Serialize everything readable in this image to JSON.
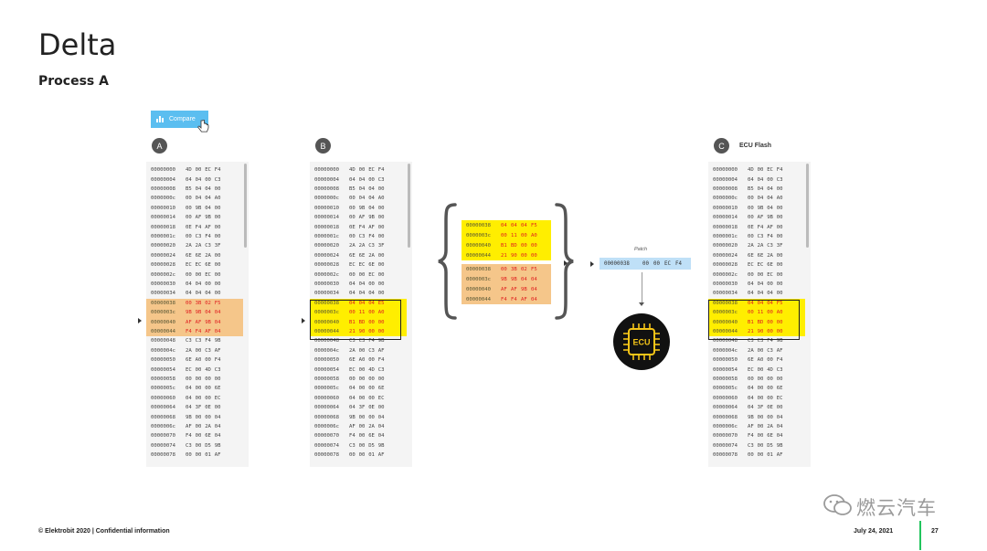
{
  "slide": {
    "title": "Delta",
    "subtitle": "Process A",
    "footer": "© Elektrobit 2020 | Confidential information",
    "date": "July 24, 2021",
    "page_number": "27",
    "watermark": "燃云汽车"
  },
  "compare_button": {
    "label": "Compare"
  },
  "panels": {
    "a": {
      "badge": "A"
    },
    "b": {
      "badge": "B"
    },
    "c": {
      "badge": "C",
      "label": "ECU Flash"
    }
  },
  "hex_rows_a": [
    [
      "00000000",
      "4D",
      "00",
      "EC",
      "F4"
    ],
    [
      "00000004",
      "04",
      "04",
      "00",
      "C3"
    ],
    [
      "00000008",
      "B5",
      "04",
      "04",
      "00"
    ],
    [
      "0000000c",
      "00",
      "04",
      "04",
      "A0"
    ],
    [
      "00000010",
      "00",
      "9B",
      "04",
      "00"
    ],
    [
      "00000014",
      "00",
      "AF",
      "9B",
      "00"
    ],
    [
      "00000018",
      "0E",
      "F4",
      "AF",
      "00"
    ],
    [
      "0000001c",
      "00",
      "C3",
      "F4",
      "00"
    ],
    [
      "00000020",
      "2A",
      "2A",
      "C3",
      "3F"
    ],
    [
      "00000024",
      "6E",
      "6E",
      "2A",
      "00"
    ],
    [
      "00000028",
      "EC",
      "EC",
      "6E",
      "00"
    ],
    [
      "0000002c",
      "00",
      "00",
      "EC",
      "00"
    ],
    [
      "00000030",
      "04",
      "04",
      "00",
      "00"
    ],
    [
      "00000034",
      "04",
      "04",
      "04",
      "00"
    ],
    [
      "00000038",
      "00",
      "3B",
      "02",
      "F5"
    ],
    [
      "0000003c",
      "9B",
      "9B",
      "04",
      "04"
    ],
    [
      "00000040",
      "AF",
      "AF",
      "9B",
      "04"
    ],
    [
      "00000044",
      "F4",
      "F4",
      "AF",
      "04"
    ],
    [
      "00000048",
      "C3",
      "C3",
      "F4",
      "9B"
    ],
    [
      "0000004c",
      "2A",
      "00",
      "C3",
      "AF"
    ],
    [
      "00000050",
      "6E",
      "A0",
      "00",
      "F4"
    ],
    [
      "00000054",
      "EC",
      "00",
      "4D",
      "C3"
    ],
    [
      "00000058",
      "00",
      "00",
      "00",
      "00"
    ],
    [
      "0000005c",
      "04",
      "00",
      "00",
      "6E"
    ],
    [
      "00000060",
      "04",
      "00",
      "00",
      "EC"
    ],
    [
      "00000064",
      "04",
      "3F",
      "0E",
      "00"
    ],
    [
      "00000068",
      "9B",
      "00",
      "00",
      "04"
    ],
    [
      "0000006c",
      "AF",
      "00",
      "2A",
      "04"
    ],
    [
      "00000070",
      "F4",
      "00",
      "6E",
      "04"
    ],
    [
      "00000074",
      "C3",
      "00",
      "D5",
      "9B"
    ],
    [
      "00000078",
      "00",
      "00",
      "01",
      "AF"
    ]
  ],
  "hex_rows_b": [
    [
      "00000000",
      "4D",
      "00",
      "EC",
      "F4"
    ],
    [
      "00000004",
      "04",
      "04",
      "00",
      "C3"
    ],
    [
      "00000008",
      "B5",
      "04",
      "04",
      "00"
    ],
    [
      "0000000c",
      "00",
      "04",
      "04",
      "A0"
    ],
    [
      "00000010",
      "00",
      "9B",
      "04",
      "00"
    ],
    [
      "00000014",
      "00",
      "AF",
      "9B",
      "00"
    ],
    [
      "00000018",
      "0E",
      "F4",
      "AF",
      "00"
    ],
    [
      "0000001c",
      "00",
      "C3",
      "F4",
      "00"
    ],
    [
      "00000020",
      "2A",
      "2A",
      "C3",
      "3F"
    ],
    [
      "00000024",
      "6E",
      "6E",
      "2A",
      "00"
    ],
    [
      "00000028",
      "EC",
      "EC",
      "6E",
      "00"
    ],
    [
      "0000002c",
      "00",
      "00",
      "EC",
      "00"
    ],
    [
      "00000030",
      "04",
      "04",
      "00",
      "00"
    ],
    [
      "00000034",
      "04",
      "04",
      "04",
      "00"
    ],
    [
      "00000038",
      "04",
      "04",
      "04",
      "E5"
    ],
    [
      "0000003c",
      "00",
      "11",
      "00",
      "A0"
    ],
    [
      "00000040",
      "B1",
      "BD",
      "00",
      "00"
    ],
    [
      "00000044",
      "21",
      "90",
      "00",
      "00"
    ],
    [
      "00000048",
      "C3",
      "C3",
      "F4",
      "9B"
    ],
    [
      "0000004c",
      "2A",
      "00",
      "C3",
      "AF"
    ],
    [
      "00000050",
      "6E",
      "A0",
      "00",
      "F4"
    ],
    [
      "00000054",
      "EC",
      "00",
      "4D",
      "C3"
    ],
    [
      "00000058",
      "00",
      "00",
      "00",
      "00"
    ],
    [
      "0000005c",
      "04",
      "00",
      "00",
      "6E"
    ],
    [
      "00000060",
      "04",
      "00",
      "00",
      "EC"
    ],
    [
      "00000064",
      "04",
      "3F",
      "0E",
      "00"
    ],
    [
      "00000068",
      "9B",
      "00",
      "00",
      "04"
    ],
    [
      "0000006c",
      "AF",
      "00",
      "2A",
      "04"
    ],
    [
      "00000070",
      "F4",
      "00",
      "6E",
      "04"
    ],
    [
      "00000074",
      "C3",
      "00",
      "D5",
      "9B"
    ],
    [
      "00000078",
      "00",
      "00",
      "01",
      "AF"
    ]
  ],
  "hex_rows_c": [
    [
      "00000000",
      "4D",
      "00",
      "EC",
      "F4"
    ],
    [
      "00000004",
      "04",
      "04",
      "00",
      "C3"
    ],
    [
      "00000008",
      "B5",
      "04",
      "04",
      "00"
    ],
    [
      "0000000c",
      "00",
      "04",
      "04",
      "A0"
    ],
    [
      "00000010",
      "00",
      "9B",
      "04",
      "00"
    ],
    [
      "00000014",
      "00",
      "AF",
      "9B",
      "00"
    ],
    [
      "00000018",
      "0E",
      "F4",
      "AF",
      "00"
    ],
    [
      "0000001c",
      "00",
      "C3",
      "F4",
      "00"
    ],
    [
      "00000020",
      "2A",
      "2A",
      "C3",
      "3F"
    ],
    [
      "00000024",
      "6E",
      "6E",
      "2A",
      "00"
    ],
    [
      "00000028",
      "EC",
      "EC",
      "6E",
      "00"
    ],
    [
      "0000002c",
      "00",
      "00",
      "EC",
      "00"
    ],
    [
      "00000030",
      "04",
      "04",
      "00",
      "00"
    ],
    [
      "00000034",
      "04",
      "04",
      "04",
      "00"
    ],
    [
      "00000038",
      "04",
      "04",
      "04",
      "F5"
    ],
    [
      "0000003c",
      "00",
      "11",
      "00",
      "A0"
    ],
    [
      "00000040",
      "B1",
      "BD",
      "00",
      "00"
    ],
    [
      "00000044",
      "21",
      "90",
      "00",
      "00"
    ],
    [
      "00000048",
      "C3",
      "C3",
      "F4",
      "9B"
    ],
    [
      "0000004c",
      "2A",
      "00",
      "C3",
      "AF"
    ],
    [
      "00000050",
      "6E",
      "A0",
      "00",
      "F4"
    ],
    [
      "00000054",
      "EC",
      "00",
      "4D",
      "C3"
    ],
    [
      "00000058",
      "00",
      "00",
      "00",
      "00"
    ],
    [
      "0000005c",
      "04",
      "00",
      "00",
      "6E"
    ],
    [
      "00000060",
      "04",
      "00",
      "00",
      "EC"
    ],
    [
      "00000064",
      "04",
      "3F",
      "0E",
      "00"
    ],
    [
      "00000068",
      "9B",
      "00",
      "00",
      "04"
    ],
    [
      "0000006c",
      "AF",
      "00",
      "2A",
      "04"
    ],
    [
      "00000070",
      "F4",
      "00",
      "6E",
      "04"
    ],
    [
      "00000074",
      "C3",
      "00",
      "D5",
      "9B"
    ],
    [
      "00000078",
      "00",
      "00",
      "01",
      "AF"
    ]
  ],
  "highlight": {
    "start": 14,
    "end": 17
  },
  "delta_new": [
    [
      "00000038",
      "04",
      "04",
      "04",
      "F5"
    ],
    [
      "0000003c",
      "00",
      "11",
      "00",
      "A0"
    ],
    [
      "00000040",
      "B1",
      "BD",
      "00",
      "00"
    ],
    [
      "00000044",
      "21",
      "90",
      "00",
      "00"
    ]
  ],
  "delta_old": [
    [
      "00000038",
      "00",
      "3B",
      "02",
      "F5"
    ],
    [
      "0000003c",
      "9B",
      "9B",
      "04",
      "04"
    ],
    [
      "00000040",
      "AF",
      "AF",
      "9B",
      "04"
    ],
    [
      "00000044",
      "F4",
      "F4",
      "AF",
      "04"
    ]
  ],
  "patch": {
    "label": "Patch",
    "row": [
      "00000038",
      "00",
      "00",
      "EC",
      "F4"
    ]
  },
  "ecu": {
    "label": "ECU"
  },
  "colors": {
    "orange": "#f5c68a",
    "yellow": "#ffee00",
    "red_text": "#e02020",
    "patch_blue": "#bfe0f7",
    "accent_green": "#22c55e",
    "button_blue": "#5bbef0"
  }
}
